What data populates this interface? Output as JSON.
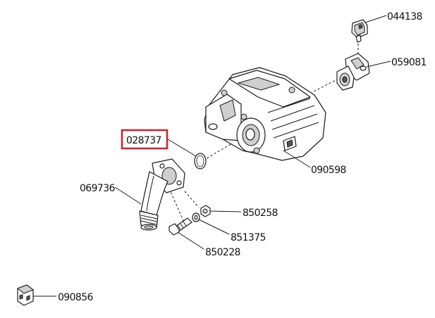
{
  "parts": {
    "p044138": "044138",
    "p059081": "059081",
    "p028737": "028737",
    "p090598": "090598",
    "p069736": "069736",
    "p850258": "850258",
    "p851375": "851375",
    "p850228": "850228",
    "p090856": "090856"
  },
  "highlight": {
    "part": "028737",
    "color": "#d0202a"
  }
}
